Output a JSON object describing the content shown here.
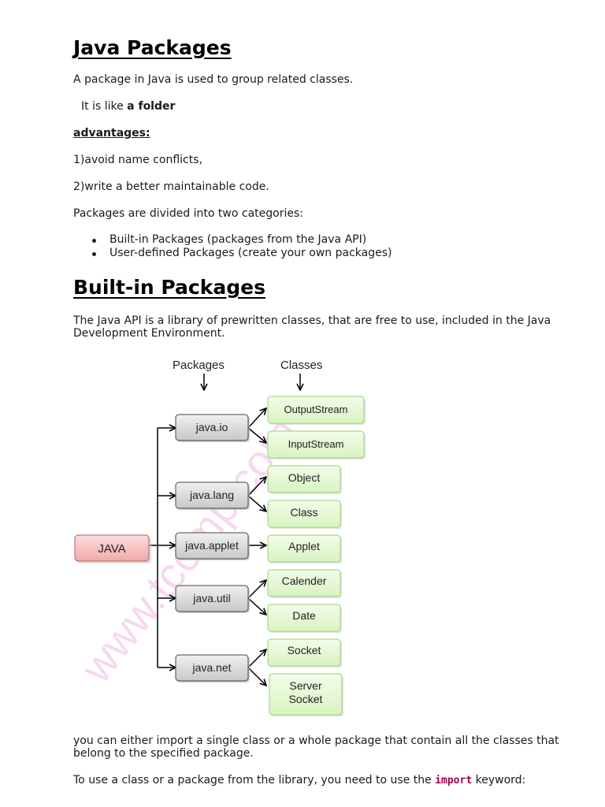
{
  "title": "Java Packages",
  "intro": "A package in Java is used to group related classes.",
  "folder_prefix": "It is like ",
  "folder_bold": "a folder",
  "advantages_heading": "advantages:",
  "advantages": [
    "1)avoid name conflicts,",
    "2)write a better maintainable code."
  ],
  "categories_intro": "Packages are divided into two categories:",
  "categories": [
    "Built-in Packages (packages from the Java API)",
    "User-defined Packages (create your own packages)"
  ],
  "builtin_heading": "Built-in Packages",
  "builtin_desc_line1": "The Java API is a library of prewritten classes, that are free to use, included in the Java",
  "builtin_desc_line2": "Development Environment.",
  "diagram": {
    "packages_header": "Packages",
    "classes_header": "Classes",
    "root": "JAVA",
    "packages": [
      "java.io",
      "java.lang",
      "java.applet",
      "java.util",
      "java.net"
    ],
    "classes": [
      "OutputStream",
      "InputStream",
      "Object",
      "Class",
      "Applet",
      "Calender",
      "Date",
      "Socket",
      "Server",
      "Socket"
    ],
    "watermark": "www.tcomp.com"
  },
  "import_para_line1": "you can either import a single class or a whole package that contain all the classes that",
  "import_para_line2": "belong to the specified package.",
  "usage_prefix": "To use a class or a package from the library, you need to use the ",
  "usage_keyword": "import",
  "usage_suffix": " keyword:",
  "colors": {
    "root_fill": "#f4b8b8",
    "package_fill": "#d8d8d8",
    "class_fill": "#e4f8cf",
    "class_border": "#a8d98a",
    "keyword": "#a3004f",
    "watermark": "#f3b8e4"
  }
}
